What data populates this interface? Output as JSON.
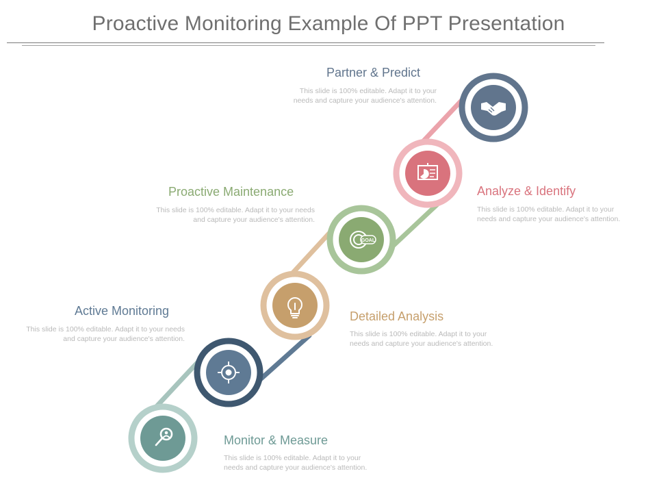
{
  "title": "Proactive Monitoring Example Of PPT Presentation",
  "steps": [
    {
      "label": "Monitor & Measure",
      "desc": "This slide is 100% editable. Adapt it to your needs and capture your audience's attention.",
      "icon": "user-search-icon",
      "color": "#6e9a95"
    },
    {
      "label": "Active Monitoring",
      "desc": "This slide is 100% editable. Adapt it to your needs and capture your audience's attention.",
      "icon": "target-icon",
      "color": "#5f7a94"
    },
    {
      "label": "Detailed Analysis",
      "desc": "This slide is 100% editable. Adapt it to your needs and capture your audience's attention.",
      "icon": "lightbulb-icon",
      "color": "#c69f6c"
    },
    {
      "label": "Proactive Maintenance",
      "desc": "This slide is 100% editable. Adapt it to your needs and capture your audience's attention.",
      "icon": "goal-icon",
      "color": "#8aaa72"
    },
    {
      "label": "Analyze  & Identify",
      "desc": "This slide is 100% editable. Adapt it to your needs and capture your audience's attention.",
      "icon": "presentation-chart-icon",
      "color": "#d9737d"
    },
    {
      "label": "Partner & Predict",
      "desc": "This slide is 100% editable. Adapt it to your needs and capture your audience's attention.",
      "icon": "handshake-icon",
      "color": "#61758d"
    }
  ],
  "goal_text": "GOAL"
}
